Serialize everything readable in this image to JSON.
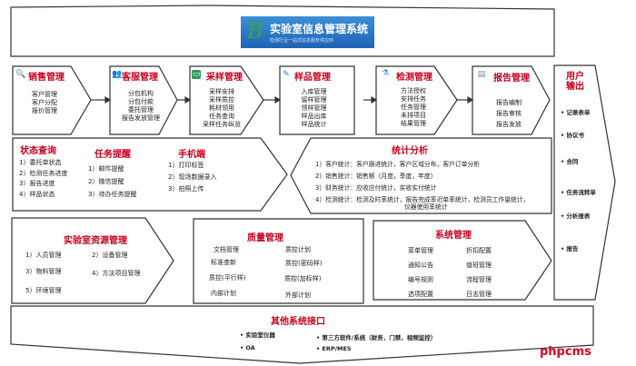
{
  "header": {
    "title": "实验室信息管理系统",
    "subtitle": "检测行业一站式信息服务供应商"
  },
  "flow": [
    {
      "title": "销售管理",
      "icon": "document-search-icon",
      "items": [
        "客户管理",
        "客户分配",
        "报价管理"
      ]
    },
    {
      "title": "客服管理",
      "icon": "users-icon",
      "items": [
        "分包机构",
        "分包付款",
        "委托管理",
        "报告发放管理"
      ]
    },
    {
      "title": "采样管理",
      "icon": "bus-icon",
      "items": [
        "采样安排",
        "采样质控",
        "耗材领用",
        "任务查询",
        "采样任务纵览"
      ]
    },
    {
      "title": "样品管理",
      "icon": "pencil-icon",
      "items": [
        "入库管理",
        "留样管理",
        "领样管理",
        "样品出库",
        "样品统计"
      ]
    },
    {
      "title": "检测管理",
      "icon": "flask-icon",
      "items": [
        "方法授权",
        "安排任务",
        "任务管理",
        "未排项目",
        "结果管理"
      ]
    },
    {
      "title": "报告管理",
      "icon": "report-icon",
      "items": [
        "报告编制",
        "报告审核",
        "报告发放"
      ]
    }
  ],
  "user_output": {
    "title_1": "用户",
    "title_2": "输出",
    "items": [
      "记录表单",
      "协议书",
      "合同",
      "任务流转单",
      "分析报表",
      "报告"
    ]
  },
  "status": {
    "title": "状态查询",
    "items": [
      "1）委托单状态",
      "2）检测任务进度",
      "3）报告进度",
      "4）样品状态"
    ]
  },
  "reminder": {
    "title": "任务提醒",
    "items": [
      "1）邮件提醒",
      "2）微信提醒",
      "3）待办任务提醒"
    ]
  },
  "mobile": {
    "title": "手机端",
    "items": [
      "1）打印标签",
      "2）现场数据录入",
      "3）拍照上传"
    ]
  },
  "stats": {
    "title": "统计分析",
    "items": [
      "1）客户统计：客户跟进统计，客户区域分布，客户订单分析",
      "2）销售统计：销售额（月度，季度，年度）",
      "3）财务统计：应收应付统计，实收实付统计",
      "4）检测统计：检测及时率统计，报告完成率迟单率统计，检测员工作量统计，",
      "仪器使用率统计"
    ]
  },
  "resource": {
    "title": "实验室资源管理",
    "items": [
      "1）人员管理",
      "2）设备管理",
      "3）物料管理",
      "4）方法项目管理",
      "5）环境管理"
    ]
  },
  "quality": {
    "title": "质量管理",
    "items": [
      "文档管理",
      "质控计划",
      "标准查新",
      "质控(密码样)",
      "质控(平行样)",
      "质控(加标样)",
      "内部计划",
      "外部计划"
    ]
  },
  "system": {
    "title": "系统管理",
    "items": [
      "菜单管理",
      "折扣配置",
      "通知公告",
      "值班管理",
      "编号规则",
      "流程管理",
      "选项配置",
      "日志管理"
    ]
  },
  "interfaces": {
    "title": "其他系统接口",
    "items": [
      "实验室仪器",
      "第三方软件/系统（财务，门禁，视频监控）",
      "OA",
      "ERP/MES"
    ]
  },
  "watermark": "phpcms",
  "colors": {
    "heading": "#c8001e",
    "banner": "#2a74c4",
    "border": "#333333"
  }
}
